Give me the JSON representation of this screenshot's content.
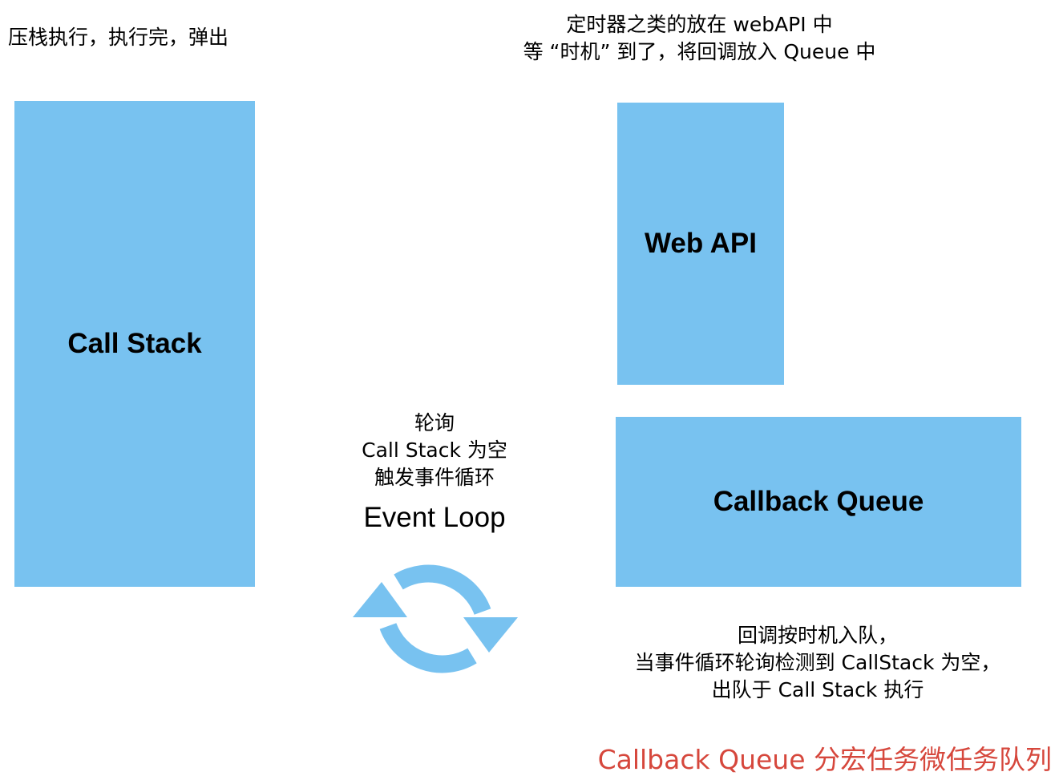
{
  "colors": {
    "box_fill": "#78c2f0",
    "text": "#000000",
    "footer_text": "#d6473c",
    "background": "#ffffff"
  },
  "notes": {
    "call_stack": [
      "压栈执行，执行完，弹出"
    ],
    "web_api": [
      "定时器之类的放在 webAPI 中",
      "等 “时机” 到了，将回调放入 Queue 中"
    ],
    "event_loop": [
      "轮询",
      "Call Stack 为空",
      "触发事件循环"
    ],
    "callback_queue": [
      "回调按时机入队，",
      "当事件循环轮询检测到 CallStack 为空，",
      "出队于 Call Stack 执行"
    ]
  },
  "boxes": {
    "call_stack": "Call Stack",
    "web_api": "Web API",
    "callback_queue": "Callback Queue"
  },
  "event_loop": {
    "title": "Event Loop",
    "icon": "refresh-cycle-icon"
  },
  "footer": {
    "text": "Callback Queue 分宏任务微任务队列"
  }
}
